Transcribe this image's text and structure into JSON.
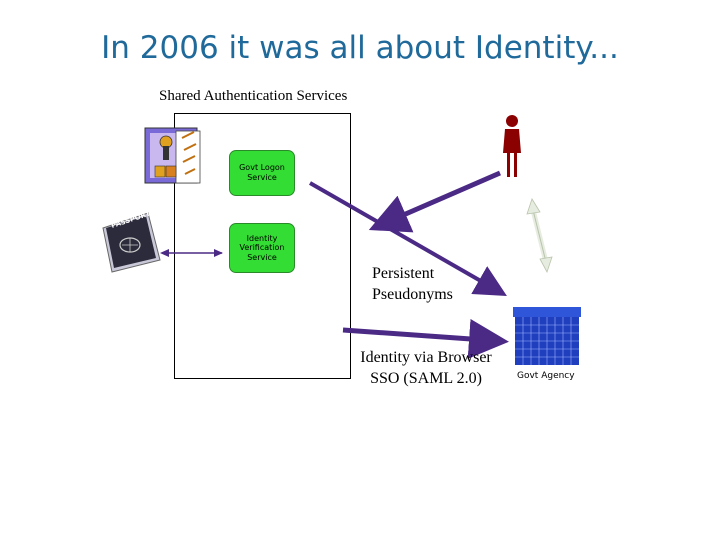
{
  "slide": {
    "title": "In 2006 it was all about Identity..."
  },
  "diagram": {
    "shared_services_label": "Shared Authentication Services",
    "govt_logon_service": "Govt Logon Service",
    "identity_verification_service": "Identity Verification Service",
    "persistent_pseudonyms_line1": "Persistent",
    "persistent_pseudonyms_line2": "Pseudonyms",
    "saml_line1": "Identity via Browser",
    "saml_line2": "SSO (SAML 2.0)",
    "govt_agency_label": "Govt Agency",
    "passport_label": "PASSPORT"
  },
  "colors": {
    "title": "#1f6a9a",
    "service_fill": "#33dd33",
    "arrow_purple": "#4b2a86",
    "person": "#8b0000",
    "agency_building": "#1f3fbf"
  },
  "icons": {
    "security_icon": "lock-key-icon",
    "passport_icon": "passport-icon",
    "user_icon": "person-icon",
    "agency_icon": "building-icon"
  }
}
